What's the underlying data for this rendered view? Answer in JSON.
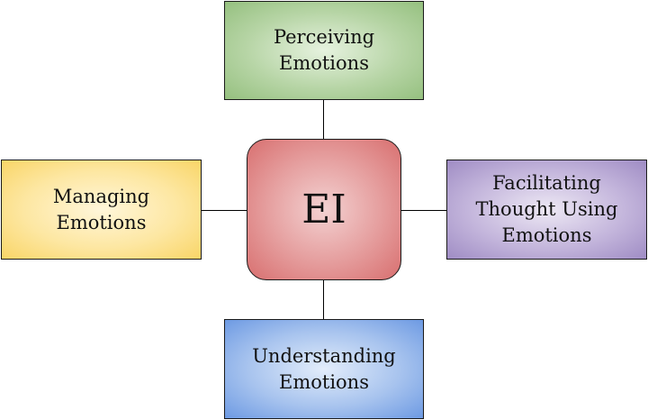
{
  "diagram": {
    "center": {
      "label": "EI",
      "color": "#e08a8a"
    },
    "top": {
      "label": "Perceiving\nEmotions",
      "color": "#b7d5a6"
    },
    "left": {
      "label": "Managing\nEmotions",
      "color": "#fde7a2"
    },
    "right": {
      "label": "Facilitating\nThought Using\nEmotions",
      "color": "#c4b6dc"
    },
    "bottom": {
      "label": "Understanding\nEmotions",
      "color": "#a7c3ee"
    }
  }
}
